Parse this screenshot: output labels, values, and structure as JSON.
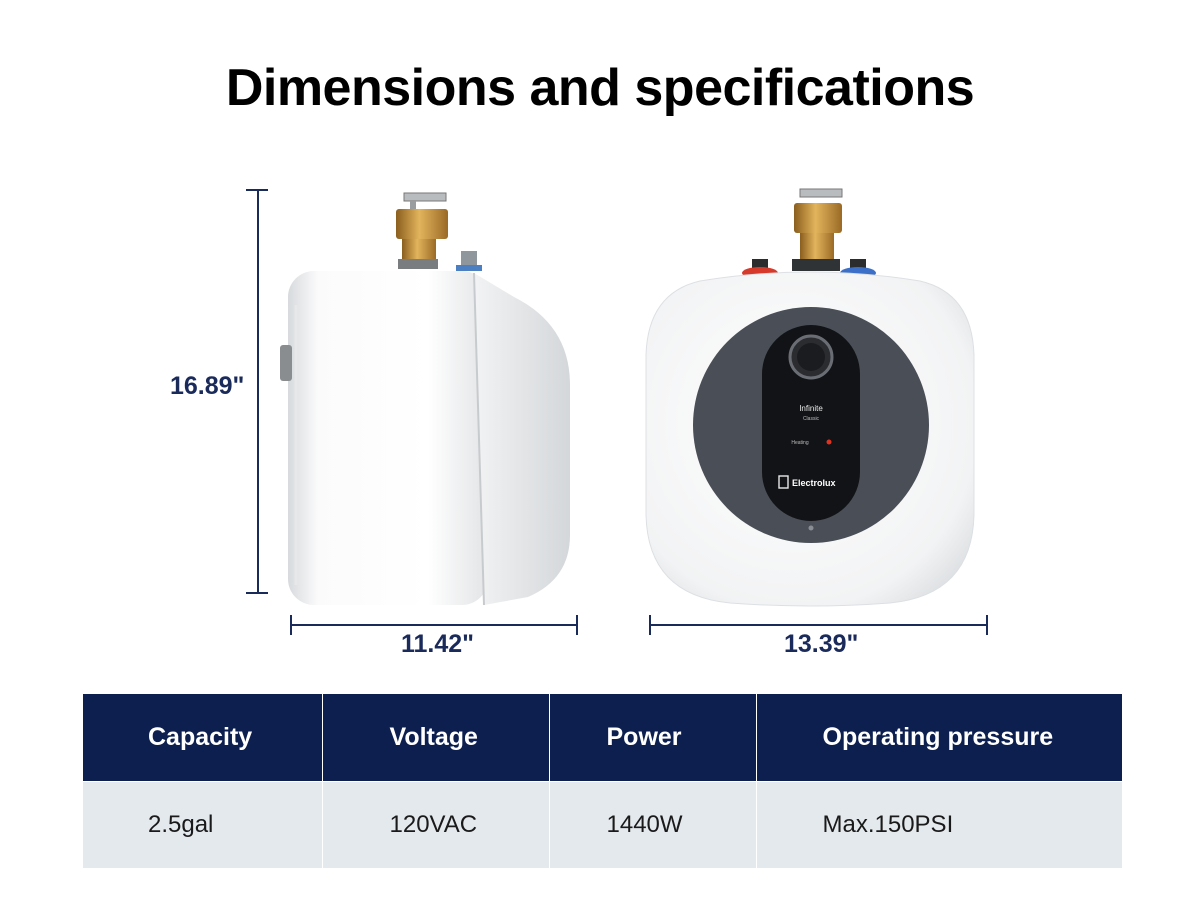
{
  "title": "Dimensions and specifications",
  "dimensions": {
    "height": "16.89\"",
    "depth": "11.42\"",
    "width": "13.39\""
  },
  "product_front": {
    "model_line1": "Infinite",
    "model_line2": "Classic",
    "indicator": "Heating",
    "brand": "Electrolux"
  },
  "table": {
    "headers": [
      "Capacity",
      "Voltage",
      "Power",
      "Operating pressure"
    ],
    "values": [
      "2.5gal",
      "120VAC",
      "1440W",
      "Max.150PSI"
    ]
  },
  "colors": {
    "navy": "#0c1f4f",
    "dimension_line": "#1a2a5a",
    "row_bg": "#e4e9ed",
    "brass": "#c8963a",
    "panel": "#4a4f57"
  }
}
